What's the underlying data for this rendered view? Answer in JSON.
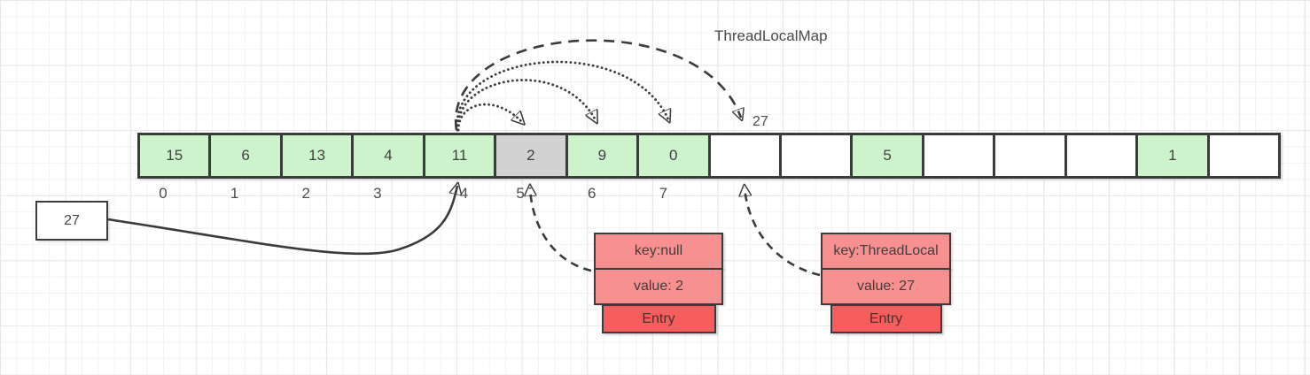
{
  "title": "ThreadLocalMap",
  "array": {
    "cells": [
      {
        "value": "15",
        "type": "green"
      },
      {
        "value": "6",
        "type": "green"
      },
      {
        "value": "13",
        "type": "green"
      },
      {
        "value": "4",
        "type": "green"
      },
      {
        "value": "11",
        "type": "green"
      },
      {
        "value": "2",
        "type": "gray"
      },
      {
        "value": "9",
        "type": "green"
      },
      {
        "value": "0",
        "type": "green"
      },
      {
        "value": "",
        "type": "empty"
      },
      {
        "value": "",
        "type": "empty"
      },
      {
        "value": "5",
        "type": "green"
      },
      {
        "value": "",
        "type": "empty"
      },
      {
        "value": "",
        "type": "empty"
      },
      {
        "value": "",
        "type": "empty"
      },
      {
        "value": "1",
        "type": "green"
      },
      {
        "value": "",
        "type": "empty"
      }
    ],
    "index_labels": [
      "0",
      "1",
      "2",
      "3",
      "4",
      "5",
      "6",
      "7"
    ]
  },
  "hash_value_box": {
    "value": "27"
  },
  "probe_result_label": "27",
  "entries": [
    {
      "key": "key:null",
      "value": "value: 2",
      "label": "Entry"
    },
    {
      "key": "key:ThreadLocal",
      "value": "value: 27",
      "label": "Entry"
    }
  ],
  "colors": {
    "cell_green": "#cdf3cd",
    "cell_gray": "#d2d2d2",
    "cell_empty": "#ffffff",
    "entry_light": "#f79090",
    "entry_dark": "#f75d5c",
    "stroke": "#3b3b3b"
  }
}
